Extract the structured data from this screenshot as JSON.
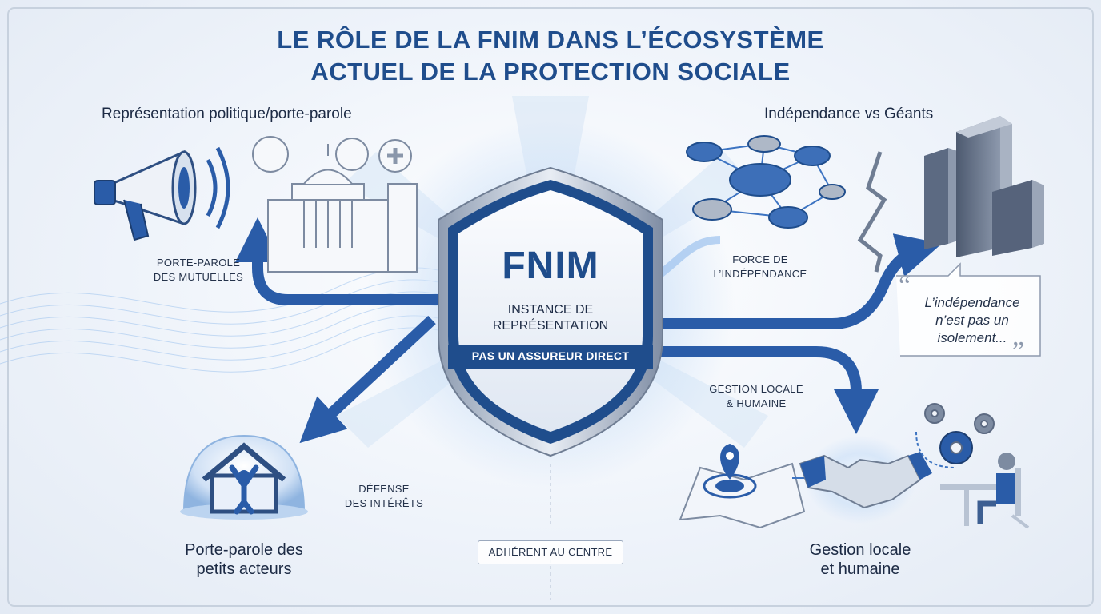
{
  "title": {
    "line1": "LE RÔLE DE LA FNIM DANS L’ÉCOSYSTÈME",
    "line2": "ACTUEL DE LA PROTECTION SOCIALE"
  },
  "sections": {
    "representation": {
      "title": "Représentation politique/porte-parole",
      "label_line1": "PORTE-PAROLE",
      "label_line2": "DES MUTUELLES"
    },
    "independance": {
      "title": "Indépendance vs Géants",
      "label_line1": "FORCE DE",
      "label_line2": "L’INDÉPENDANCE",
      "quote_line1": "L’indépendance",
      "quote_line2": "n’est pas un",
      "quote_line3": "isolement..."
    },
    "petits_acteurs": {
      "label_line1": "DÉFENSE",
      "label_line2": "DES INTÉRÊTS",
      "title_line1": "Porte-parole des",
      "title_line2": "petits acteurs"
    },
    "gestion": {
      "label_line1": "GESTION LOCALE",
      "label_line2": "& HUMAINE",
      "title_line1": "Gestion locale",
      "title_line2": "et humaine"
    }
  },
  "shield": {
    "name": "FNIM",
    "subtitle_line1": "INSTANCE DE",
    "subtitle_line2": "REPRÉSENTATION",
    "banner": "PAS UN ASSUREUR DIRECT"
  },
  "center_label": "ADHÉRENT AU CENTRE",
  "colors": {
    "brand_blue": "#1f4d8c",
    "arrow_blue": "#2a5ca8",
    "dark_text": "#1c2a44",
    "light_blue": "#9cc2ee",
    "background": "#eef3fa"
  }
}
